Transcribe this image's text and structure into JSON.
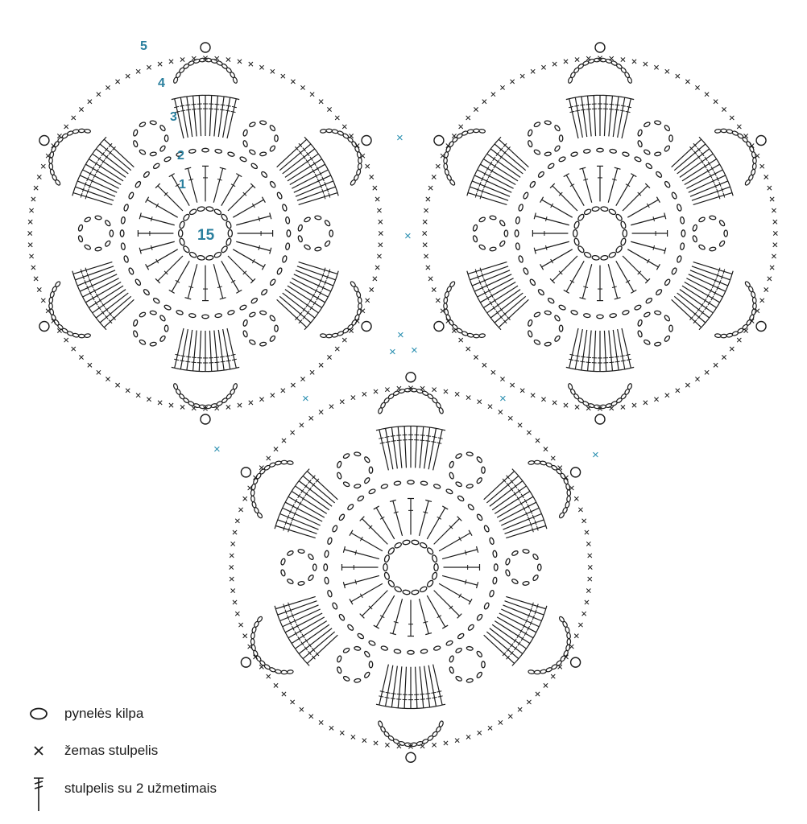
{
  "diagram": {
    "row_labels": [
      "1",
      "2",
      "3",
      "4",
      "5"
    ],
    "center_label": "15",
    "join_marker": "×",
    "colors": {
      "ink": "#1a1a1a",
      "label": "#2a7f9e"
    }
  },
  "legend": {
    "items": [
      {
        "symbol": "chain-symbol",
        "text": "pynelės kilpa"
      },
      {
        "symbol": "single-crochet-symbol",
        "text": "žemas stulpelis"
      },
      {
        "symbol": "double-treble-symbol",
        "text": "stulpelis su 2 užmetimais"
      }
    ]
  }
}
